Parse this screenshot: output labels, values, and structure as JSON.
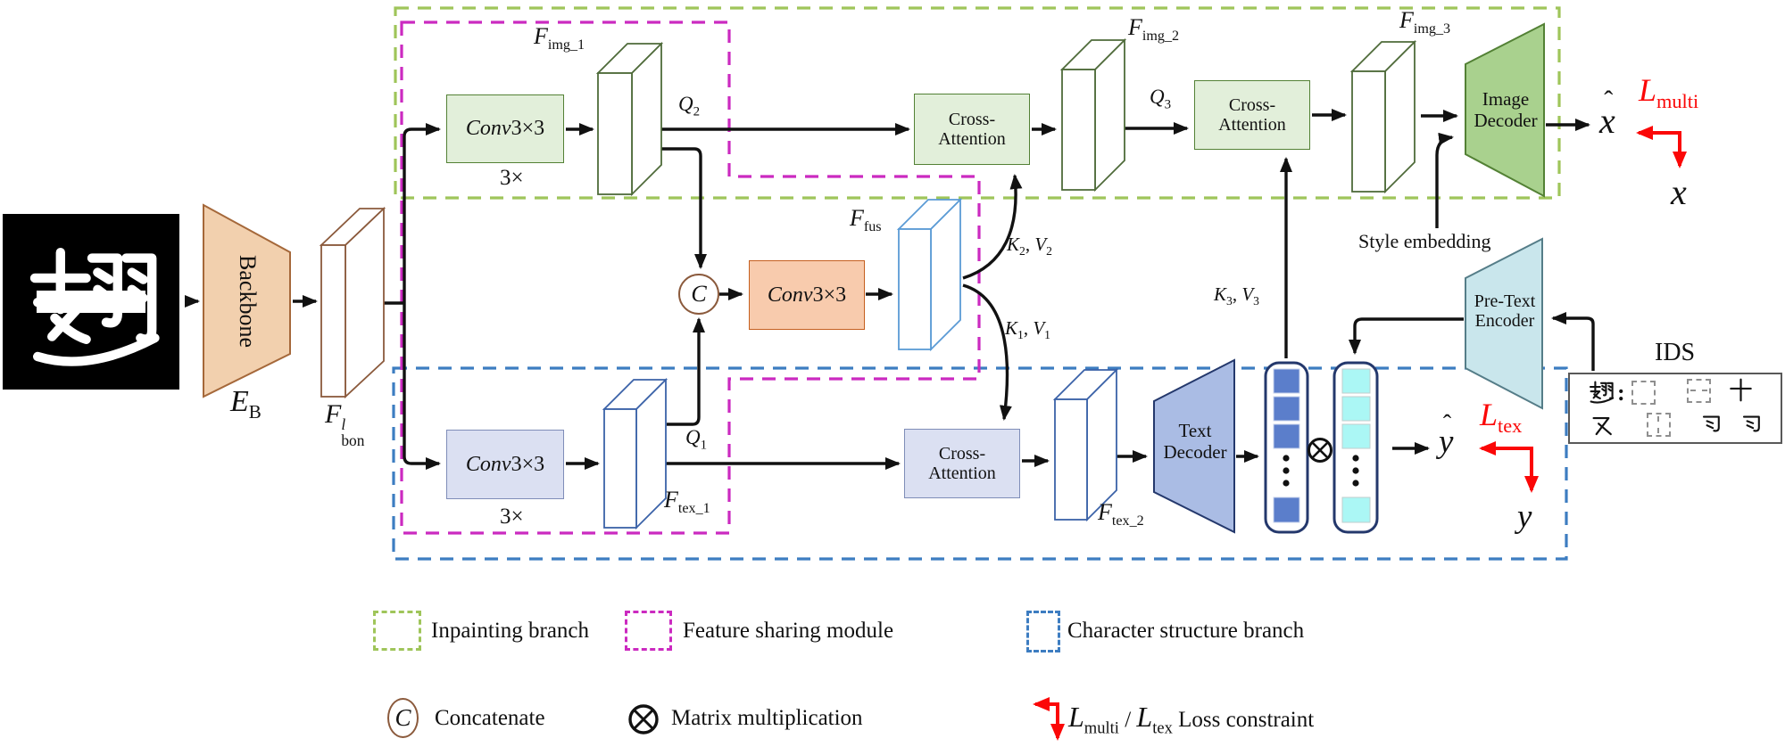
{
  "colors": {
    "inpainting_branch": "#9fc55a",
    "feature_sharing": "#cb2ac0",
    "character_structure": "#3d7dc1",
    "loss_red": "#fb0707",
    "backbone_fill": "#f2d0ae",
    "green_block_fill": "#e2efda",
    "image_decoder_fill": "#a9d18e",
    "orange_block_fill": "#f8cbad",
    "blue_block_fill": "#dbe0f2",
    "text_decoder_fill": "#aabce4",
    "pre_text_encoder_fill": "#c9e6ec",
    "blue_token_fill": "#5b7ecb",
    "cyan_token_fill": "#abf7f5"
  },
  "input": {
    "char": "翅"
  },
  "nodes": {
    "backbone": {
      "title": "Backbone",
      "enc_base": "E",
      "enc_sub": "B"
    },
    "f_bon": {
      "base": "F",
      "sup": "l",
      "sub": "bon"
    },
    "conv_img": {
      "italic": "Conv",
      "rest": "3×3",
      "repeat": "3×"
    },
    "conv_fus": {
      "italic": "Conv",
      "rest": "3×3"
    },
    "conv_tex": {
      "italic": "Conv",
      "rest": "3×3",
      "repeat": "3×"
    },
    "f_img_1": {
      "base": "F",
      "sub": "img_1"
    },
    "f_img_2": {
      "base": "F",
      "sub": "img_2"
    },
    "f_img_3": {
      "base": "F",
      "sub": "img_3"
    },
    "f_fus": {
      "base": "F",
      "sub": "fus"
    },
    "f_tex_1": {
      "base": "F",
      "sub": "tex_1"
    },
    "f_tex_2": {
      "base": "F",
      "sub": "tex_2"
    },
    "cross_attention_1": {
      "line1": "Cross-",
      "line2": "Attention"
    },
    "cross_attention_2": {
      "line1": "Cross-",
      "line2": "Attention"
    },
    "cross_attention_3": {
      "line1": "Cross-",
      "line2": "Attention"
    },
    "image_decoder": {
      "line1": "Image",
      "line2": "Decoder"
    },
    "text_decoder": {
      "line1": "Text",
      "line2": "Decoder"
    },
    "pre_text_encoder": {
      "line1": "Pre-Text",
      "line2": "Encoder"
    },
    "concat": {
      "label": "C"
    }
  },
  "edges": {
    "q1": {
      "base": "Q",
      "sub": "1"
    },
    "q2": {
      "base": "Q",
      "sub": "2"
    },
    "q3": {
      "base": "Q",
      "sub": "3"
    },
    "k1v1": {
      "k": "K",
      "ksub": "1",
      "sep": ",  ",
      "v": "V",
      "vsub": "1"
    },
    "k2v2": {
      "k": "K",
      "ksub": "2",
      "sep": ",  ",
      "v": "V",
      "vsub": "2"
    },
    "k3v3": {
      "k": "K",
      "ksub": "3",
      "sep": ",  ",
      "v": "V",
      "vsub": "3"
    },
    "style_embedding": "Style embedding"
  },
  "outputs": {
    "hat": "ˆ",
    "x_hat": "x",
    "x": "x",
    "y_hat": "y",
    "y": "y",
    "l_multi": {
      "base": "L",
      "sub": "multi"
    },
    "l_tex": {
      "base": "L",
      "sub": "tex"
    }
  },
  "ids": {
    "title": "IDS",
    "row1": [
      "翅",
      ":",
      "⿸",
      "⿱",
      "十"
    ],
    "row2": [
      "又",
      "⿰",
      "习",
      "习"
    ]
  },
  "legend": {
    "inpainting": "Inpainting branch",
    "feature_sharing": "Feature sharing module",
    "character_structure": "Character structure  branch",
    "concat_symbol": "C",
    "concat": "Concatenate",
    "matmul": "Matrix multiplication",
    "loss": {
      "l1_base": "L",
      "l1_sub": "multi",
      "sep": "/",
      "l2_base": "L",
      "l2_sub": "tex",
      "text": "Loss constraint"
    }
  }
}
